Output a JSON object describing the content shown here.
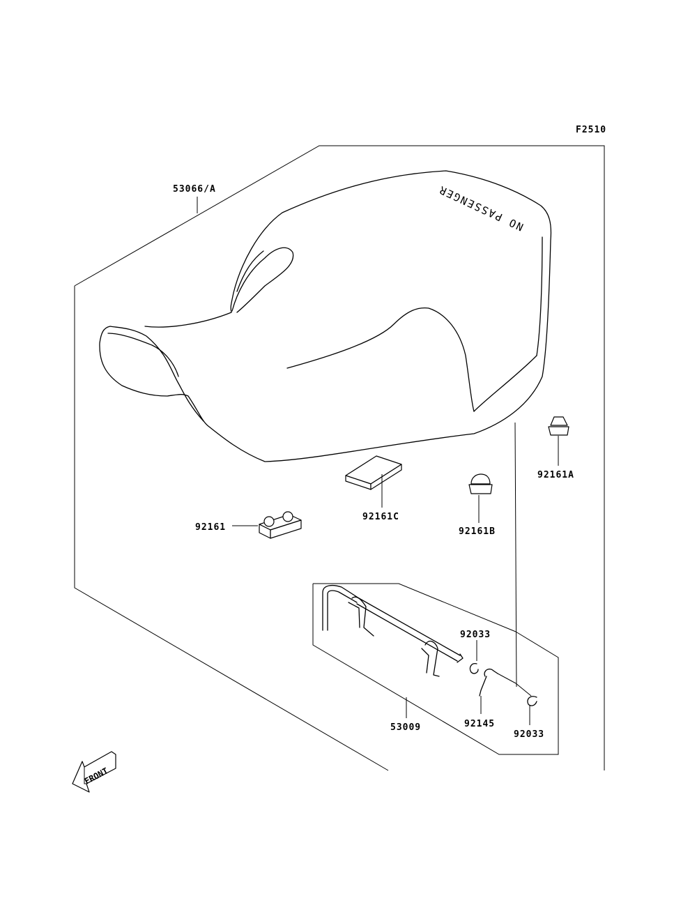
{
  "figure_code": "F2510",
  "seat_text": "NO PASSENGER",
  "front_label": "FRONT",
  "parts": {
    "seat": "53066/A",
    "pad_c": "92161C",
    "cap_a": "92161A",
    "cap_b": "92161B",
    "damper": "92161",
    "latch_assy": "53009",
    "clip_upper": "92033",
    "clip_lower": "92033",
    "spring": "92145"
  }
}
